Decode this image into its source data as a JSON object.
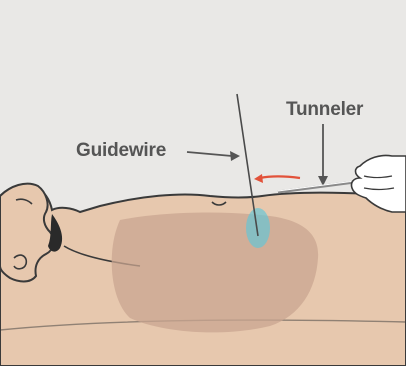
{
  "labels": {
    "guidewire": "Guidewire",
    "tunneler": "Tunneler"
  },
  "colors": {
    "background": "#e9e8e6",
    "skin": "#e7c8ae",
    "skin_outline": "#3a3a3a",
    "organ_overlay": "#c9a690",
    "guidewire_tint": "#5fc6d9",
    "tunnel_arrow": "#e2523a",
    "label_text": "#555555"
  },
  "icons": {
    "patient": "patient-supine-figure",
    "hand": "gloved-hand-icon"
  }
}
